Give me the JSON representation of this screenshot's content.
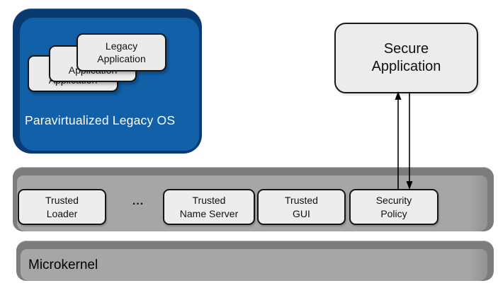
{
  "legacy_os": {
    "label": "Paravirtualized Legacy OS",
    "apps": [
      {
        "label": "Legacy\nApplication"
      },
      {
        "label": "Legacy\nApplication"
      },
      {
        "label": "Legacy\nApplication"
      }
    ]
  },
  "secure_app": {
    "label": "Secure\nApplication"
  },
  "connection": {
    "from": "Secure Application",
    "to": "Security Policy",
    "type": "bidirectional-arrows"
  },
  "trusted_layer": {
    "ellipsis": "...",
    "components": [
      {
        "label": "Trusted\nLoader"
      },
      {
        "label": "Trusted\nName Server"
      },
      {
        "label": "Trusted\nGUI"
      },
      {
        "label": "Security\nPolicy"
      }
    ]
  },
  "microkernel": {
    "label": "Microkernel"
  },
  "colors": {
    "legacy_os_face": "#1160a8",
    "legacy_os_edge": "#0a3a72",
    "bar_face": "#a6a6a6",
    "bar_edge": "#7c7c7c",
    "box_fill": "#ededed",
    "box_border": "#1a1a1a",
    "arrow": "#000000",
    "background": "#ffffff"
  }
}
